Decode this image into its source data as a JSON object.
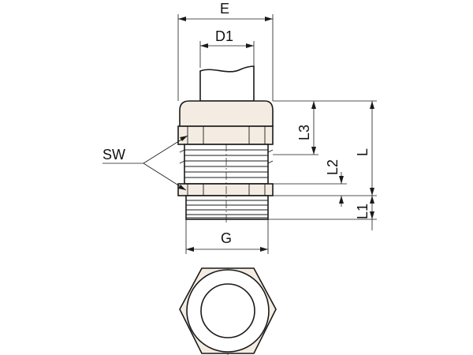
{
  "labels": {
    "E": "E",
    "D1": "D1",
    "SW": "SW",
    "G": "G",
    "L": "L",
    "L1": "L1",
    "L2": "L2",
    "L3": "L3"
  },
  "colors": {
    "line": "#1a1a1a",
    "body_fill": "#f4ece2",
    "background": "#ffffff"
  }
}
